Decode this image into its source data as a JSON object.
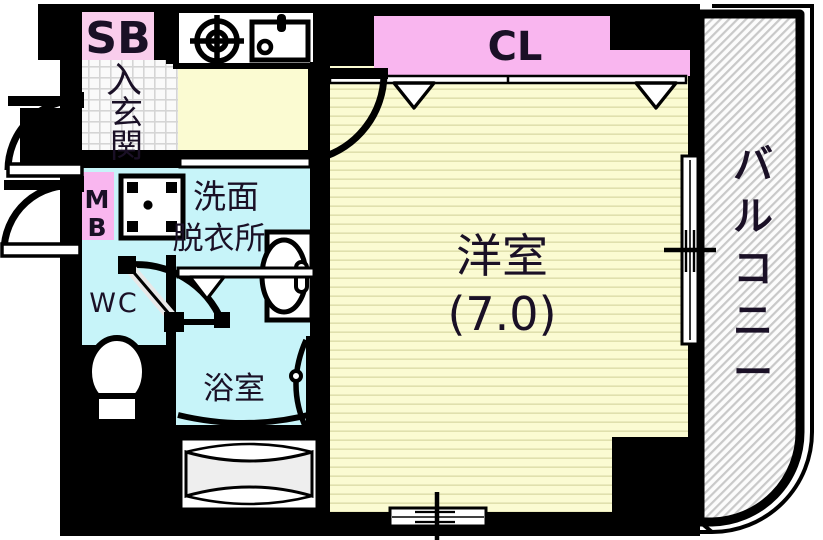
{
  "plan": {
    "title": "間取り図",
    "rooms": [
      {
        "key": "shoe_box",
        "label": "SB",
        "name": "shoe-box",
        "color": "#f9cdec"
      },
      {
        "key": "entrance",
        "label": "玄関",
        "name": "entrance",
        "color": "#e8e8e8"
      },
      {
        "key": "meter_box",
        "label": "MB",
        "name": "meter-box",
        "color": "#f9cdec"
      },
      {
        "key": "closet",
        "label": "CL",
        "name": "closet",
        "color": "#f9b6ef"
      },
      {
        "key": "washroom",
        "label": "洗面",
        "label2": "脱衣所",
        "name": "washroom",
        "color": "#c7f4f9"
      },
      {
        "key": "toilet",
        "label": "WC",
        "name": "toilet",
        "color": "#c7f4f9"
      },
      {
        "key": "bath",
        "label": "浴室",
        "name": "bathroom",
        "color": "#c7f4f9"
      },
      {
        "key": "main_room",
        "label": "洋室",
        "size": "(7.0)",
        "name": "western-room",
        "color": "#fbfbd2"
      },
      {
        "key": "balcony",
        "label": "バルコニー",
        "name": "balcony",
        "color": "#f2f2f2"
      },
      {
        "key": "kitchen",
        "label": "",
        "name": "kitchen",
        "color": "#fbfbd2"
      }
    ],
    "labels": {
      "sb": "SB",
      "genkan": "玄関",
      "mb": "MB",
      "cl": "CL",
      "senmen": "洗面",
      "datsuijo": "脱衣所",
      "wc": "WC",
      "yokushitsu": "浴室",
      "yoshitsu": "洋室",
      "yoshitsu_size": "(7.0)",
      "balcony_chars": [
        "バ",
        "ル",
        "コ",
        "ニ",
        "ー"
      ]
    },
    "colors": {
      "wall": "#000000",
      "room_floor": "#fbfbd2",
      "room_stripe": "#e3e3b0",
      "wet_area": "#c7f4f9",
      "closet_pink": "#f9b6ef",
      "storage_pink": "#f9cdec",
      "entrance_tile": "#e0e0e0",
      "balcony_hatch": "#bdbdbd",
      "white": "#ffffff",
      "text": "#1a1026"
    },
    "fixtures": [
      {
        "name": "stove-icon",
        "label": "コンロ"
      },
      {
        "name": "sink-icon",
        "label": "シンク"
      },
      {
        "name": "washer-pan-icon",
        "label": "洗濯機置場"
      },
      {
        "name": "washbasin-icon",
        "label": "洗面台"
      },
      {
        "name": "toilet-icon",
        "label": "便器"
      },
      {
        "name": "bathtub-icon",
        "label": "浴槽"
      },
      {
        "name": "shower-icon",
        "label": "シャワー"
      }
    ]
  }
}
